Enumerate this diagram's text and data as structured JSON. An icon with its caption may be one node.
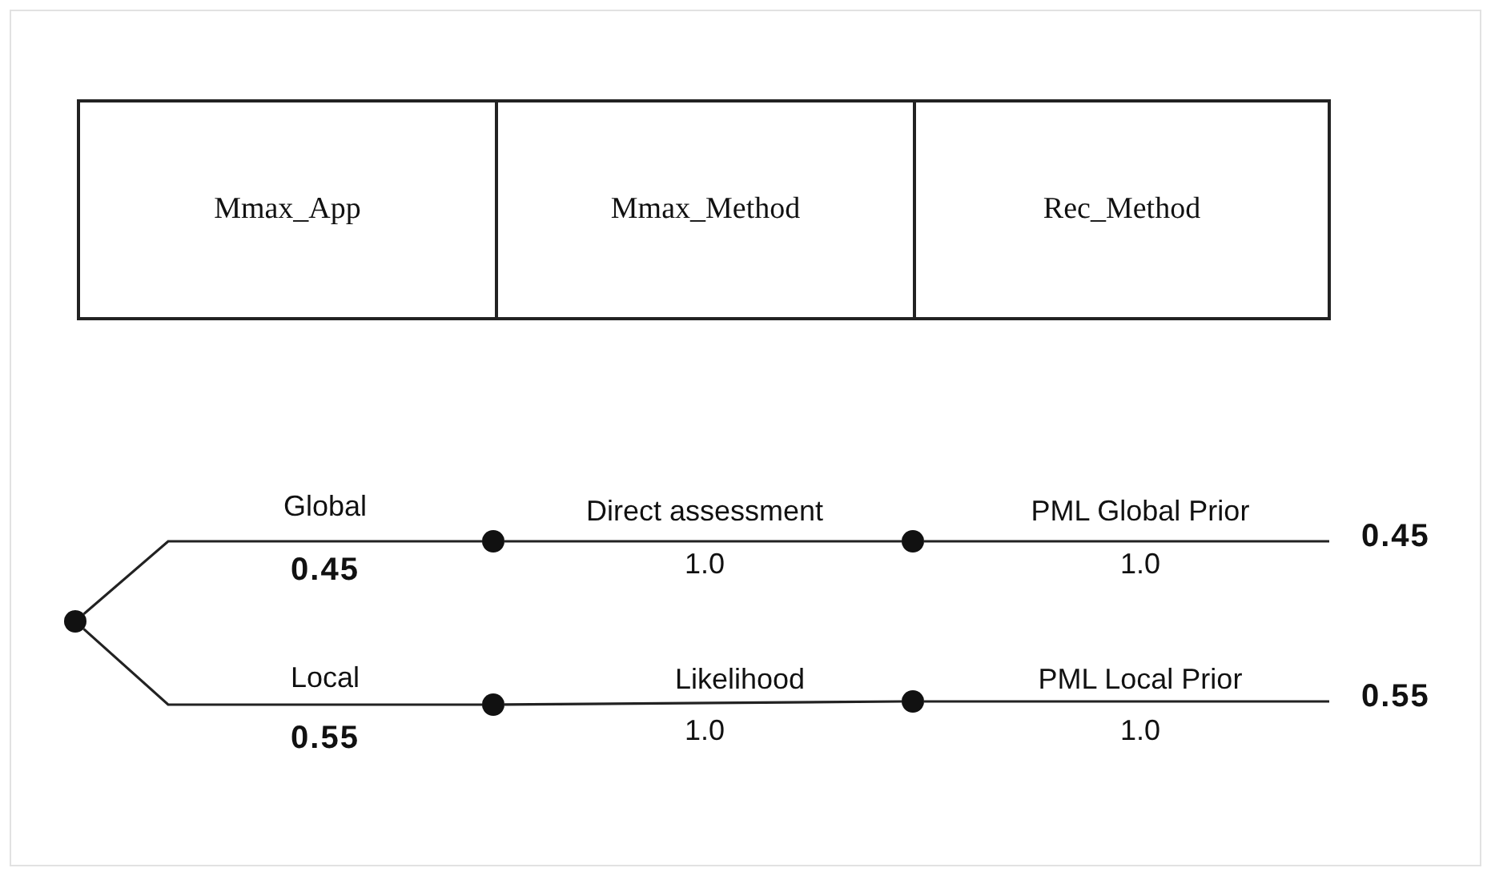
{
  "diagram": {
    "nodes": [
      {
        "text": [
          "Mmax_App"
        ]
      },
      {
        "text": [
          "Mmax_Method"
        ]
      },
      {
        "text": [
          "Rec_Method"
        ]
      },
      {
        "text": [],
        "shape": "circle"
      },
      {
        "text": [],
        "shape": "circle"
      },
      {
        "text": [],
        "shape": "circle"
      },
      {
        "text": [
          "0.45"
        ]
      },
      {
        "text": [],
        "shape": "circle"
      },
      {
        "text": [],
        "shape": "circle"
      },
      {
        "text": [
          "0.55"
        ]
      }
    ],
    "edges": [
      {
        "from": 3,
        "to": 4,
        "arrow": "none",
        "label": "Global"
      },
      {
        "from": 4,
        "to": 5,
        "arrow": "none",
        "label": "Direct assessment"
      },
      {
        "from": 5,
        "to": 6,
        "arrow": "none",
        "label": "PML Global Prior"
      },
      {
        "from": 3,
        "to": 7,
        "arrow": "none",
        "label": "Local"
      },
      {
        "from": 7,
        "to": 8,
        "arrow": "none",
        "label": "Likelihood"
      },
      {
        "from": 8,
        "to": 9,
        "arrow": "none",
        "label": "PML Local Prior"
      }
    ],
    "labels": [
      "0.45",
      "1.0",
      "1.0",
      "0.55",
      "1.0",
      "1.0"
    ]
  }
}
